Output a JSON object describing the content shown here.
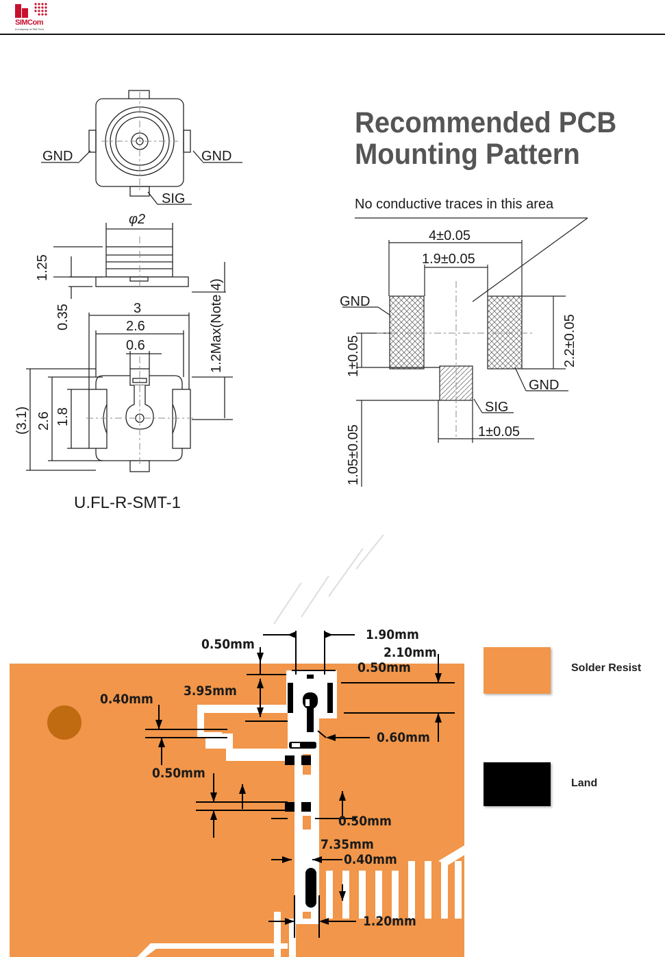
{
  "header": {
    "logo_text": "SIMCom",
    "logo_sub": "A company of SIM Tech"
  },
  "connector": {
    "gnd_left": "GND",
    "gnd_right": "GND",
    "sig": "SIG",
    "dia": "φ2",
    "h125": "1.25",
    "h035": "0.35",
    "max_h": "1.2Max(Note 4)",
    "w3": "3",
    "w26": "2.6",
    "w06": "0.6",
    "h31": "(3.1)",
    "h26": "2.6",
    "h18": "1.8",
    "model": "U.FL-R-SMT-1"
  },
  "pattern": {
    "title_line1": "Recommended PCB",
    "title_line2": "Mounting Pattern",
    "note": "No conductive traces in this area",
    "w4": "4±0.05",
    "w19": "1.9±0.05",
    "gnd_left": "GND",
    "gnd_right": "GND",
    "sig": "SIG",
    "h1": "1±0.05",
    "h22": "2.2±0.05",
    "h105": "1.05±0.05",
    "w1": "1±0.05"
  },
  "layout_dims": {
    "d050_top": "0.50mm",
    "d190": "1.90mm",
    "d210": "2.10mm",
    "d050_right": "0.50mm",
    "d395": "3.95mm",
    "d040_left": "0.40mm",
    "d060": "0.60mm",
    "d050_left": "0.50mm",
    "d050_mid": "0.50mm",
    "d735": "7.35mm",
    "d040_mid": "0.40mm",
    "d120": "1.20mm"
  },
  "legend": {
    "resist_label": "Solder Resist",
    "land_label": "Land"
  },
  "colors": {
    "solder_resist": "#f1964a",
    "land": "#000000",
    "via": "#c06a12"
  }
}
